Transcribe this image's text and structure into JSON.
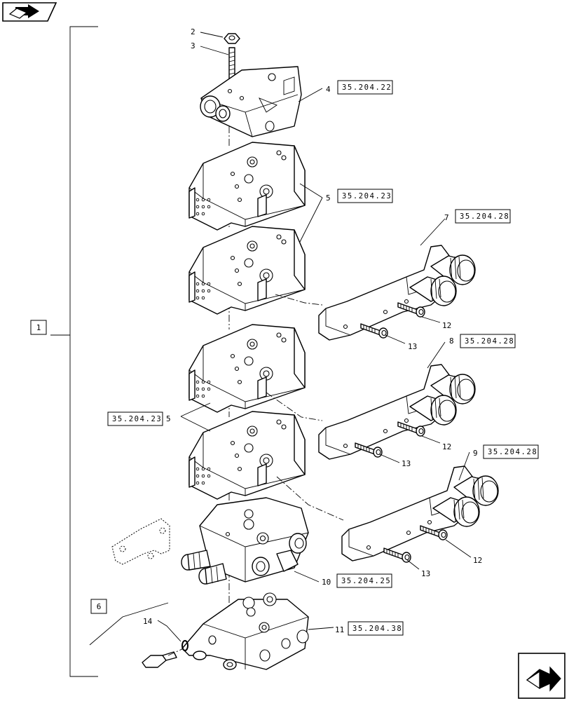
{
  "diagram": {
    "main_assembly_callout": "1",
    "subassembly_callout": "6",
    "callouts": [
      {
        "id": "c2",
        "number": "2"
      },
      {
        "id": "c3",
        "number": "3"
      },
      {
        "id": "c4",
        "number": "4",
        "ref": "35.204.22"
      },
      {
        "id": "c5a",
        "number": "5",
        "ref": "35.204.23"
      },
      {
        "id": "c5b",
        "number": "5",
        "ref": "35.204.23"
      },
      {
        "id": "c7",
        "number": "7",
        "ref": "35.204.28"
      },
      {
        "id": "c8",
        "number": "8",
        "ref": "35.204.28"
      },
      {
        "id": "c9",
        "number": "9",
        "ref": "35.204.28"
      },
      {
        "id": "c10",
        "number": "10",
        "ref": "35.204.25"
      },
      {
        "id": "c11",
        "number": "11",
        "ref": "35.204.38"
      },
      {
        "id": "c12a",
        "number": "12"
      },
      {
        "id": "c12b",
        "number": "12"
      },
      {
        "id": "c12c",
        "number": "12"
      },
      {
        "id": "c13a",
        "number": "13"
      },
      {
        "id": "c13b",
        "number": "13"
      },
      {
        "id": "c13c",
        "number": "13"
      },
      {
        "id": "c14",
        "number": "14"
      }
    ]
  },
  "icons": {
    "top_left": "book-arrow-icon",
    "bottom_right": "next-page-arrow-icon"
  }
}
